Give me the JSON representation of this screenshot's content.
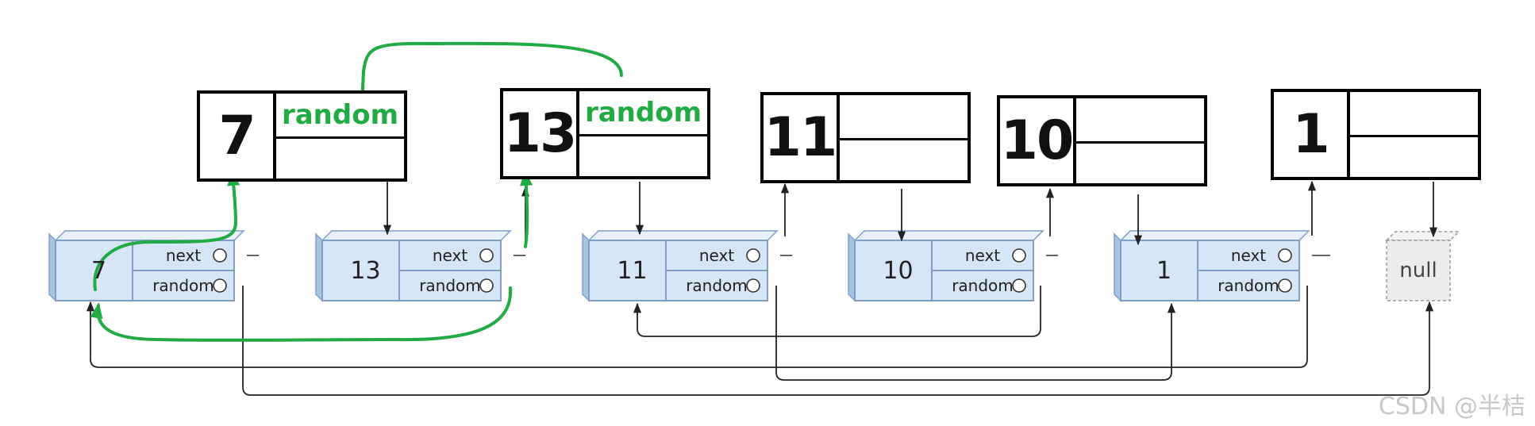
{
  "copy_nodes": [
    {
      "value": "7",
      "top_label": "random",
      "bottom_label": ""
    },
    {
      "value": "13",
      "top_label": "random",
      "bottom_label": ""
    },
    {
      "value": "11",
      "top_label": "",
      "bottom_label": ""
    },
    {
      "value": "10",
      "top_label": "",
      "bottom_label": ""
    },
    {
      "value": "1",
      "top_label": "",
      "bottom_label": ""
    }
  ],
  "original_nodes": [
    {
      "value": "7",
      "next_label": "next",
      "random_label": "random"
    },
    {
      "value": "13",
      "next_label": "next",
      "random_label": "random"
    },
    {
      "value": "11",
      "next_label": "next",
      "random_label": "random"
    },
    {
      "value": "10",
      "next_label": "next",
      "random_label": "random"
    },
    {
      "value": "1",
      "next_label": "next",
      "random_label": "random"
    }
  ],
  "null_node": {
    "label": "null"
  },
  "watermark": "CSDN @半桔",
  "colors": {
    "node_fill": "#d7e6f7",
    "node_stroke": "#7f9fc6",
    "node_top": "#e8f1fb",
    "node_side": "#a9c3e2",
    "arrow": "#222222",
    "annotation": "#22aa44",
    "null_fill": "#ececec",
    "null_stroke": "#999999"
  }
}
